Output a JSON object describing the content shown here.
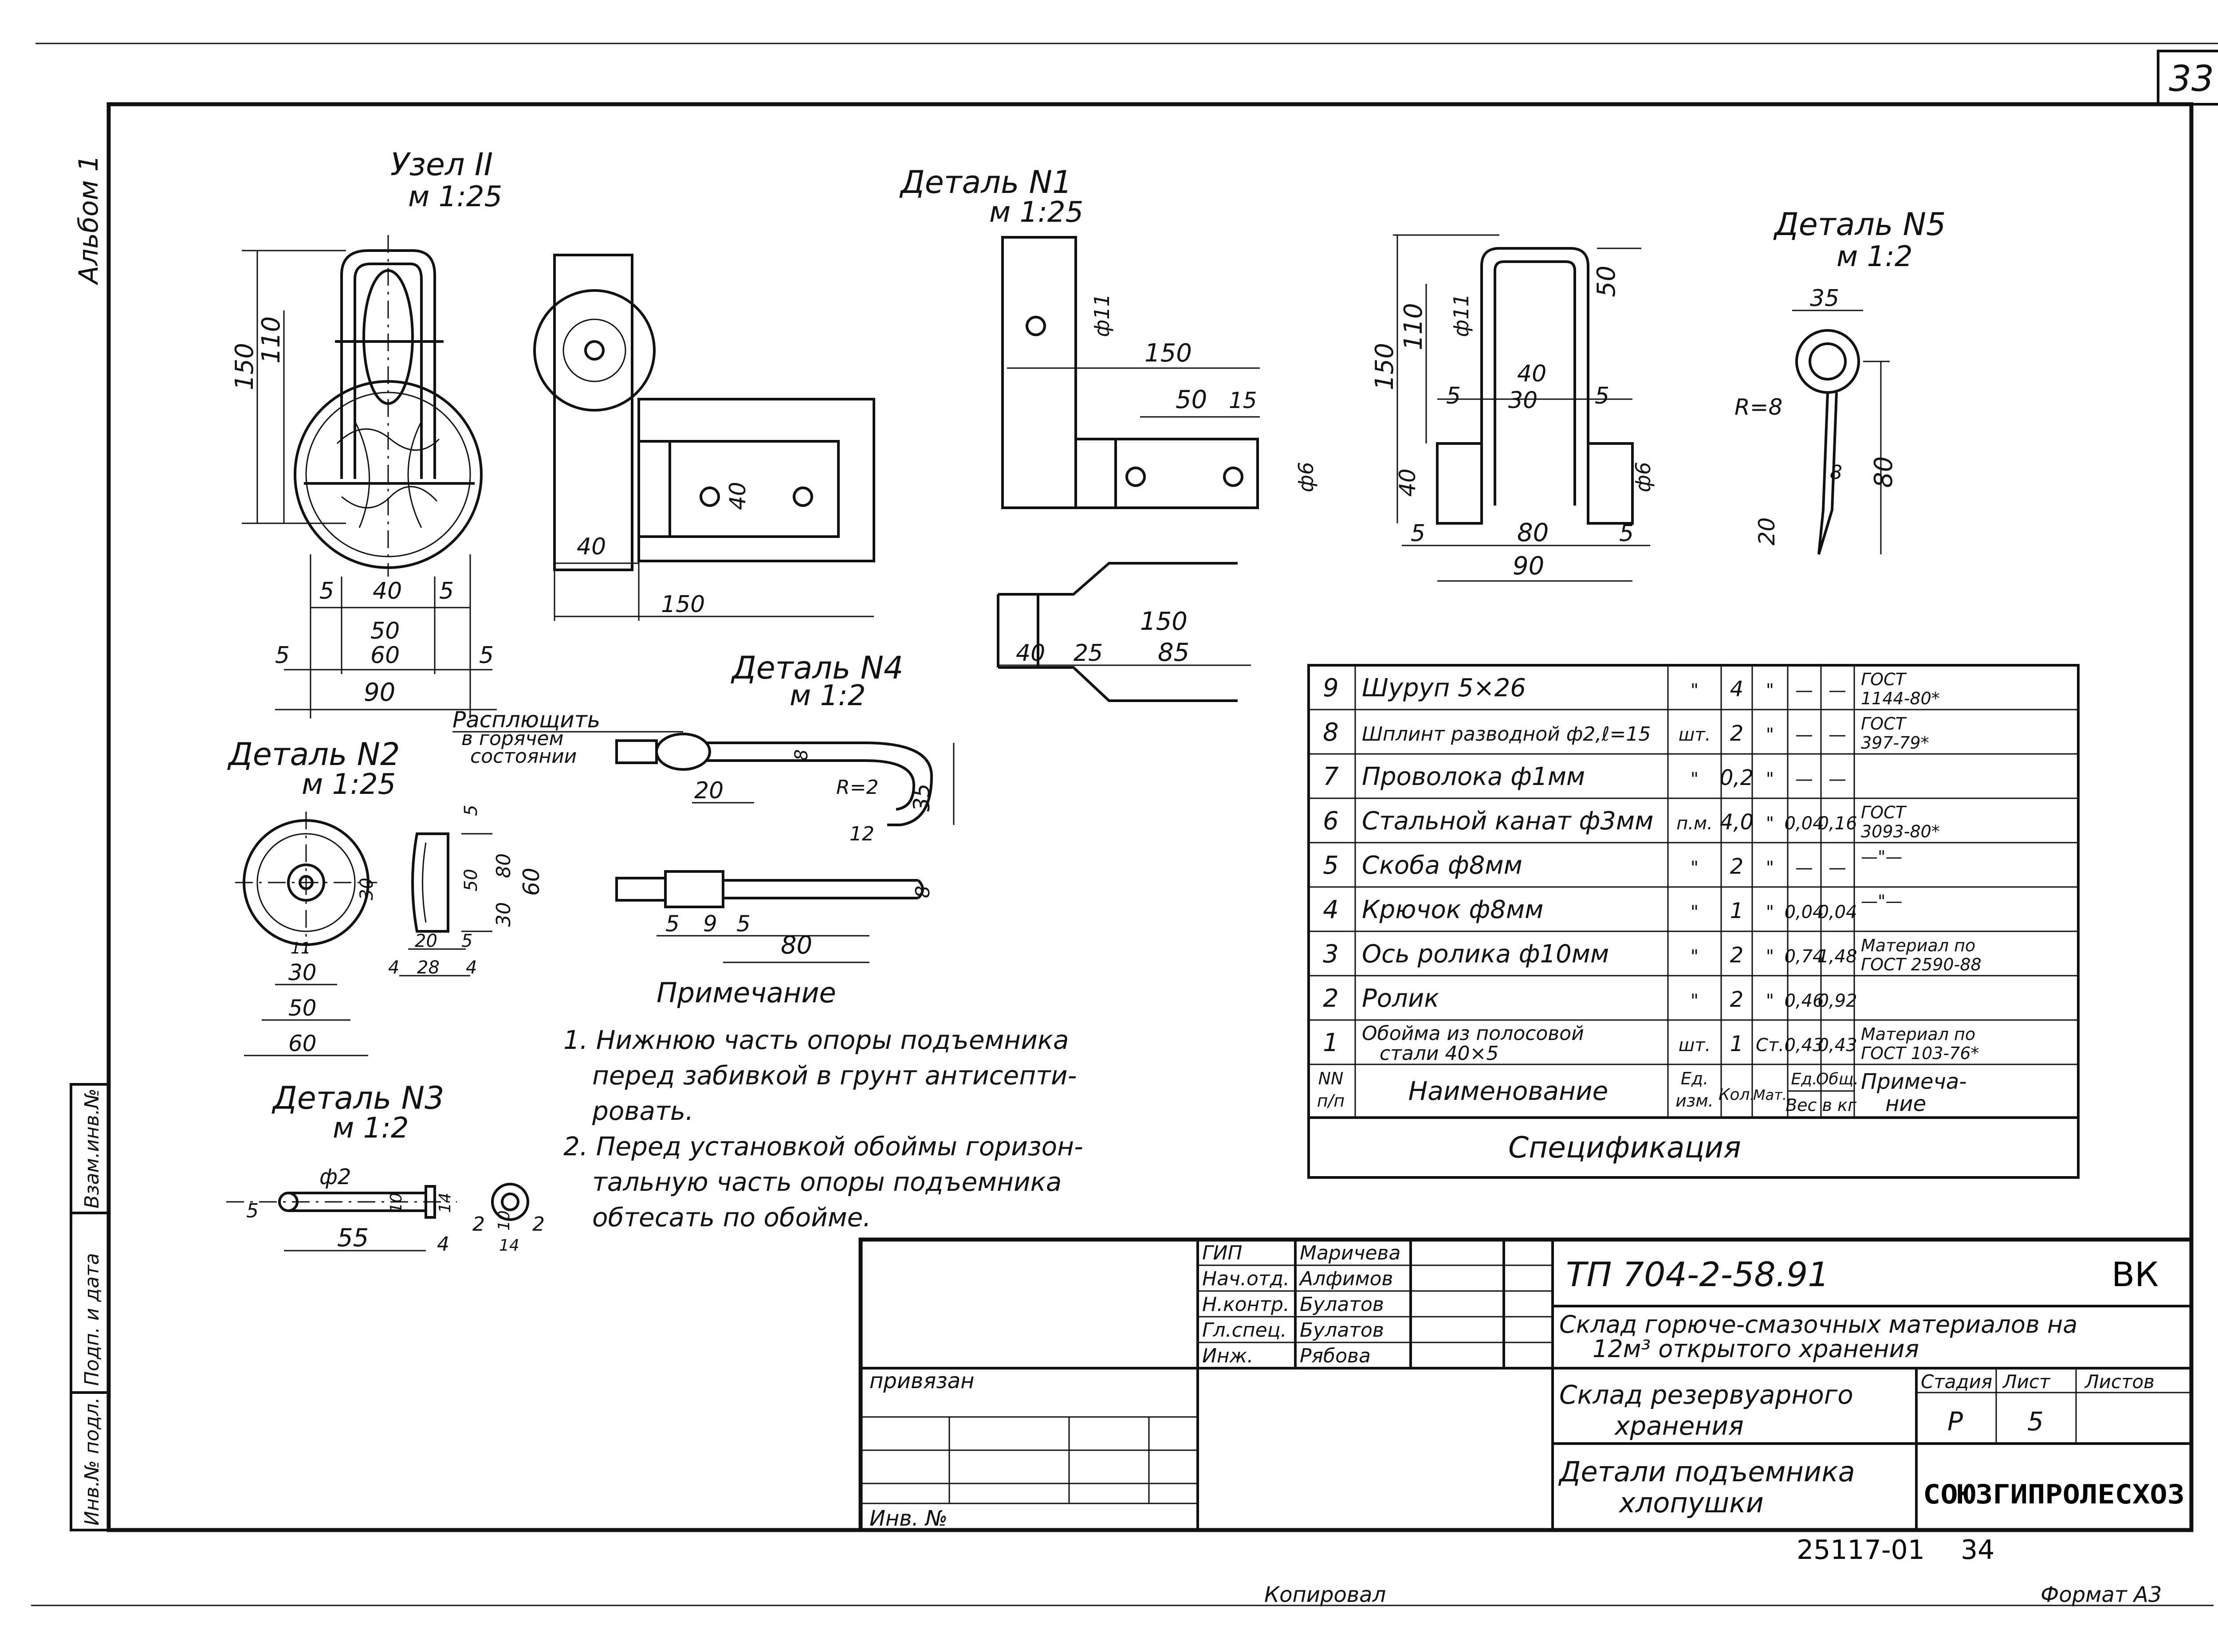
{
  "sheet": {
    "page_number": "33",
    "album_label": "Альбом 1",
    "copied_label": "Копировал",
    "format_label": "Формат А3",
    "archive_number": "25117-01",
    "archive_sheet": "34"
  },
  "views": {
    "node2_title": "Узел II",
    "node2_scale": "м 1:25",
    "detail1_title": "Деталь N1",
    "detail1_scale": "м 1:25",
    "detail2_title": "Деталь N2",
    "detail2_scale": "м 1:25",
    "detail3_title": "Деталь N3",
    "detail3_scale": "м 1:2",
    "detail4_title": "Деталь N4",
    "detail4_scale": "м 1:2",
    "detail5_title": "Деталь N5",
    "detail5_scale": "м 1:2",
    "flatten_note_1": "Расплющить",
    "flatten_note_2": "в горячем",
    "flatten_note_3": "состоянии"
  },
  "dims": {
    "n2_150": "150",
    "n2_110": "110",
    "n2_5a": "5",
    "n2_40": "40",
    "n2_5b": "5",
    "n2_50": "50",
    "n2_5c": "5",
    "n2_60": "60",
    "n2_5d": "5",
    "n2_90": "90",
    "n2_side40": "40",
    "n2_side150": "150",
    "n2_slot40": "40",
    "d1_11": "ф11",
    "d1_150": "150",
    "d1_50": "50",
    "d1_15": "15",
    "d1_6": "ф6",
    "d1_150b": "150",
    "d1_40": "40",
    "d1_25": "25",
    "d1_85": "85",
    "u_150": "150",
    "u_110": "110",
    "u_11": "ф11",
    "u_50": "50",
    "u_40top": "40",
    "u_5a": "5",
    "u_30": "30",
    "u_5b": "5",
    "u_6": "ф6",
    "u_40side": "40",
    "u_5c": "5",
    "u_80": "80",
    "u_5d": "5",
    "u_90": "90",
    "d5_35": "35",
    "d5_r8": "R=8",
    "d5_8": "8",
    "d5_80": "80",
    "d5_20": "20",
    "d4_8": "8",
    "d4_r2": "R=2",
    "d4_20": "20",
    "d4_35": "35",
    "d4_12": "12",
    "d4_5a": "5",
    "d4_9": "9",
    "d4_5b": "5",
    "d4_80": "80",
    "d4_8b": "8",
    "d2_11": "11",
    "d2_30": "30",
    "d2_50": "50",
    "d2_60": "60",
    "d2_s5": "5",
    "d2_s30a": "30",
    "d2_s50": "50",
    "d2_s80": "80",
    "d2_s60": "60",
    "d2_s30b": "30",
    "d2_s20": "20",
    "d2_s4a": "4",
    "d2_s28": "28",
    "d2_s4b": "4",
    "d2_s5b": "5",
    "d3_2": "ф2",
    "d3_10": "10",
    "d3_14": "14",
    "d3_5": "5",
    "d3_55": "55",
    "d3_4": "4",
    "d3_r2a": "2",
    "d3_r10": "10",
    "d3_r2b": "2",
    "d3_r14": "14"
  },
  "notes": {
    "heading": "Примечание",
    "n1_l1": "1. Нижнюю часть опоры подъемника",
    "n1_l2": "перед забивкой в грунт антисепти-",
    "n1_l3": "ровать.",
    "n2_l1": "2. Перед установкой обоймы горизон-",
    "n2_l2": "тальную часть опоры подъемника",
    "n2_l3": "обтесать по обойме."
  },
  "spec": {
    "caption": "Спецификация",
    "rows": [
      {
        "no": "9",
        "name": "Шуруп 5×26",
        "unit": "\"",
        "qty": "4",
        "mat": "\"",
        "w1": "—",
        "w2": "—",
        "note1": "ГОСТ",
        "note2": "1144-80*"
      },
      {
        "no": "8",
        "name": "Шплинт разводной ф2,ℓ=15",
        "unit": "шт.",
        "qty": "2",
        "mat": "\"",
        "w1": "—",
        "w2": "—",
        "note1": "ГОСТ",
        "note2": "397-79*"
      },
      {
        "no": "7",
        "name": "Проволока ф1мм",
        "unit": "\"",
        "qty": "0,2",
        "mat": "\"",
        "w1": "—",
        "w2": "—",
        "note1": "",
        "note2": ""
      },
      {
        "no": "6",
        "name": "Стальной канат ф3мм",
        "unit": "п.м.",
        "qty": "4,0",
        "mat": "\"",
        "w1": "0,04",
        "w2": "0,16",
        "note1": "ГОСТ",
        "note2": "3093-80*"
      },
      {
        "no": "5",
        "name": "Скоба ф8мм",
        "unit": "\"",
        "qty": "2",
        "mat": "\"",
        "w1": "—",
        "w2": "—",
        "note1": "—\"—",
        "note2": ""
      },
      {
        "no": "4",
        "name": "Крючок ф8мм",
        "unit": "\"",
        "qty": "1",
        "mat": "\"",
        "w1": "0,04",
        "w2": "0,04",
        "note1": "—\"—",
        "note2": ""
      },
      {
        "no": "3",
        "name": "Ось ролика ф10мм",
        "unit": "\"",
        "qty": "2",
        "mat": "\"",
        "w1": "0,74",
        "w2": "1,48",
        "note1": "Материал по",
        "note2": "ГОСТ 2590-88"
      },
      {
        "no": "2",
        "name": "Ролик",
        "unit": "\"",
        "qty": "2",
        "mat": "\"",
        "w1": "0,46",
        "w2": "0,92",
        "note1": "",
        "note2": ""
      },
      {
        "no": "1",
        "name": "Обойма из полосовой",
        "name2": "стали 40×5",
        "unit": "шт.",
        "qty": "1",
        "mat": "Ст.",
        "w1": "0,43",
        "w2": "0,43",
        "note1": "Материал по",
        "note2": "ГОСТ 103-76*"
      }
    ],
    "header": {
      "no1": "NN",
      "no2": "п/п",
      "name": "Наименование",
      "unit1": "Ед.",
      "unit2": "изм.",
      "qty": "Кол.",
      "mat": "Мат.",
      "w_top": "Ед.",
      "w_top2": "Общ.",
      "w_bot": "Вес в кг",
      "note1": "Примеча-",
      "note2": "ние"
    }
  },
  "titleblock": {
    "roles": [
      {
        "role": "ГИП",
        "name": "Маричева"
      },
      {
        "role": "Нач.отд.",
        "name": "Алфимов"
      },
      {
        "role": "Н.контр.",
        "name": "Булатов"
      },
      {
        "role": "Гл.спец.",
        "name": "Булатов"
      },
      {
        "role": "Инж.",
        "name": "Рябова"
      }
    ],
    "doc_code": "ТП 704-2-58.91",
    "mark": "ВК",
    "project_l1": "Склад горюче-смазочных материалов на",
    "project_l2": "12м³ открытого хранения",
    "object_l1": "Склад резервуарного",
    "object_l2": "хранения",
    "sheet_title_l1": "Детали подъемника",
    "sheet_title_l2": "хлопушки",
    "stage_label": "Стадия",
    "sheet_label": "Лист",
    "sheets_label": "Листов",
    "stage": "Р",
    "sheet": "5",
    "sheets": "",
    "org": "СОЮЗГИПРОЛЕСХОЗ",
    "bound_label": "привязан",
    "inv_label": "Инв. №"
  },
  "sidestrip": {
    "inv_orig": "Инв.№ подл.",
    "sign_date": "Подп. и дата",
    "replace_inv": "Взам.инв.№"
  }
}
